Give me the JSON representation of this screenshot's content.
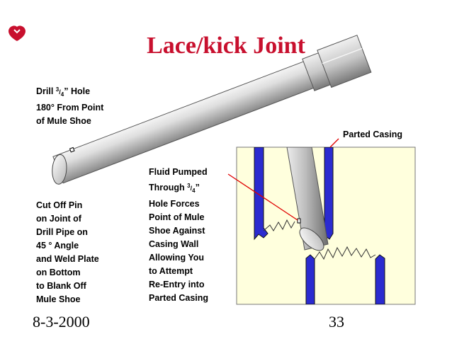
{
  "title": "Lace/kick Joint",
  "brand": {
    "color": "#c8102e",
    "icon": "heart-logo-icon"
  },
  "labels": {
    "drill_hole": {
      "line1_pre": "Drill ",
      "frac_num": "3",
      "frac_den": "4",
      "line1_post": "” Hole",
      "line2": "180° From Point",
      "line3": "of Mule Shoe"
    },
    "parted_casing": "Parted Casing",
    "cut_off_pin": [
      "Cut Off Pin",
      "on Joint of",
      "Drill Pipe on",
      "45 ° Angle",
      "and Weld Plate",
      "on Bottom",
      "to Blank Off",
      "Mule Shoe"
    ],
    "fluid_pumped": {
      "line1": "Fluid Pumped",
      "line2_pre": "Through ",
      "frac_num": "3",
      "frac_den": "4",
      "line2_post": "”",
      "rest": [
        "Hole Forces",
        "Point of Mule",
        "Shoe Against",
        "Casing Wall",
        "Allowing You",
        "to Attempt",
        "Re-Entry into",
        "Parted Casing"
      ]
    }
  },
  "footer": {
    "date": "8-3-2000",
    "page": "33"
  },
  "colors": {
    "panel": "#ffffdd",
    "casing": "#2b2bd0",
    "pointer": "#e00000",
    "pipe_light": "#f2f2f2",
    "pipe_dark": "#8c8c8c"
  }
}
